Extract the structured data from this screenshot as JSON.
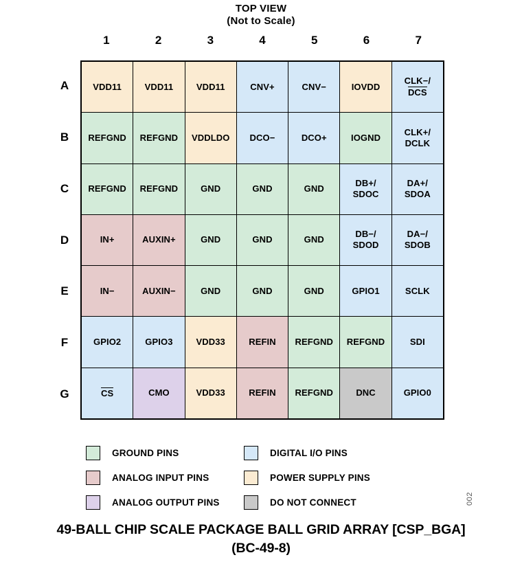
{
  "header": {
    "line1": "TOP VIEW",
    "line2": "(Not to Scale)"
  },
  "grid": {
    "columns": [
      "1",
      "2",
      "3",
      "4",
      "5",
      "6",
      "7"
    ],
    "rows": [
      "A",
      "B",
      "C",
      "D",
      "E",
      "F",
      "G"
    ],
    "cells": {
      "A1": {
        "text": "VDD11",
        "line2": "",
        "overline2": false,
        "type": "power"
      },
      "A2": {
        "text": "VDD11",
        "line2": "",
        "overline2": false,
        "type": "power"
      },
      "A3": {
        "text": "VDD11",
        "line2": "",
        "overline2": false,
        "type": "power"
      },
      "A4": {
        "text": "CNV+",
        "line2": "",
        "overline2": false,
        "type": "digital"
      },
      "A5": {
        "text": "CNV−",
        "line2": "",
        "overline2": false,
        "type": "digital"
      },
      "A6": {
        "text": "IOVDD",
        "line2": "",
        "overline2": false,
        "type": "power"
      },
      "A7": {
        "text": "CLK−/",
        "line2": "DCS",
        "overline2": true,
        "type": "digital"
      },
      "B1": {
        "text": "REFGND",
        "line2": "",
        "overline2": false,
        "type": "ground"
      },
      "B2": {
        "text": "REFGND",
        "line2": "",
        "overline2": false,
        "type": "ground"
      },
      "B3": {
        "text": "VDDLDO",
        "line2": "",
        "overline2": false,
        "type": "power"
      },
      "B4": {
        "text": "DCO−",
        "line2": "",
        "overline2": false,
        "type": "digital"
      },
      "B5": {
        "text": "DCO+",
        "line2": "",
        "overline2": false,
        "type": "digital"
      },
      "B6": {
        "text": "IOGND",
        "line2": "",
        "overline2": false,
        "type": "ground"
      },
      "B7": {
        "text": "CLK+/",
        "line2": "DCLK",
        "overline2": false,
        "type": "digital"
      },
      "C1": {
        "text": "REFGND",
        "line2": "",
        "overline2": false,
        "type": "ground"
      },
      "C2": {
        "text": "REFGND",
        "line2": "",
        "overline2": false,
        "type": "ground"
      },
      "C3": {
        "text": "GND",
        "line2": "",
        "overline2": false,
        "type": "ground"
      },
      "C4": {
        "text": "GND",
        "line2": "",
        "overline2": false,
        "type": "ground"
      },
      "C5": {
        "text": "GND",
        "line2": "",
        "overline2": false,
        "type": "ground"
      },
      "C6": {
        "text": "DB+/",
        "line2": "SDOC",
        "overline2": false,
        "type": "digital"
      },
      "C7": {
        "text": "DA+/",
        "line2": "SDOA",
        "overline2": false,
        "type": "digital"
      },
      "D1": {
        "text": "IN+",
        "line2": "",
        "overline2": false,
        "type": "ainput"
      },
      "D2": {
        "text": "AUXIN+",
        "line2": "",
        "overline2": false,
        "type": "ainput"
      },
      "D3": {
        "text": "GND",
        "line2": "",
        "overline2": false,
        "type": "ground"
      },
      "D4": {
        "text": "GND",
        "line2": "",
        "overline2": false,
        "type": "ground"
      },
      "D5": {
        "text": "GND",
        "line2": "",
        "overline2": false,
        "type": "ground"
      },
      "D6": {
        "text": "DB−/",
        "line2": "SDOD",
        "overline2": false,
        "type": "digital"
      },
      "D7": {
        "text": "DA−/",
        "line2": "SDOB",
        "overline2": false,
        "type": "digital"
      },
      "E1": {
        "text": "IN−",
        "line2": "",
        "overline2": false,
        "type": "ainput"
      },
      "E2": {
        "text": "AUXIN−",
        "line2": "",
        "overline2": false,
        "type": "ainput"
      },
      "E3": {
        "text": "GND",
        "line2": "",
        "overline2": false,
        "type": "ground"
      },
      "E4": {
        "text": "GND",
        "line2": "",
        "overline2": false,
        "type": "ground"
      },
      "E5": {
        "text": "GND",
        "line2": "",
        "overline2": false,
        "type": "ground"
      },
      "E6": {
        "text": "GPIO1",
        "line2": "",
        "overline2": false,
        "type": "digital"
      },
      "E7": {
        "text": "SCLK",
        "line2": "",
        "overline2": false,
        "type": "digital"
      },
      "F1": {
        "text": "GPIO2",
        "line2": "",
        "overline2": false,
        "type": "digital"
      },
      "F2": {
        "text": "GPIO3",
        "line2": "",
        "overline2": false,
        "type": "digital"
      },
      "F3": {
        "text": "VDD33",
        "line2": "",
        "overline2": false,
        "type": "power"
      },
      "F4": {
        "text": "REFIN",
        "line2": "",
        "overline2": false,
        "type": "ainput"
      },
      "F5": {
        "text": "REFGND",
        "line2": "",
        "overline2": false,
        "type": "ground"
      },
      "F6": {
        "text": "REFGND",
        "line2": "",
        "overline2": false,
        "type": "ground"
      },
      "F7": {
        "text": "SDI",
        "line2": "",
        "overline2": false,
        "type": "digital"
      },
      "G1": {
        "text": "",
        "line2": "CS",
        "overline2": true,
        "type": "digital"
      },
      "G2": {
        "text": "CMO",
        "line2": "",
        "overline2": false,
        "type": "aoutput"
      },
      "G3": {
        "text": "VDD33",
        "line2": "",
        "overline2": false,
        "type": "power"
      },
      "G4": {
        "text": "REFIN",
        "line2": "",
        "overline2": false,
        "type": "ainput"
      },
      "G5": {
        "text": "REFGND",
        "line2": "",
        "overline2": false,
        "type": "ground"
      },
      "G6": {
        "text": "DNC",
        "line2": "",
        "overline2": false,
        "type": "dnc"
      },
      "G7": {
        "text": "GPIO0",
        "line2": "",
        "overline2": false,
        "type": "digital"
      }
    }
  },
  "legend": {
    "items": [
      {
        "label": "GROUND PINS",
        "type": "ground",
        "color": "#d3ebd9",
        "col": 0,
        "row": 0
      },
      {
        "label": "ANALOG INPUT PINS",
        "type": "ainput",
        "color": "#e6cbcb",
        "col": 0,
        "row": 1
      },
      {
        "label": "ANALOG OUTPUT PINS",
        "type": "aoutput",
        "color": "#ddd1ea",
        "col": 0,
        "row": 2
      },
      {
        "label": "DIGITAL I/O PINS",
        "type": "digital",
        "color": "#d5e8f8",
        "col": 1,
        "row": 0
      },
      {
        "label": "POWER SUPPLY PINS",
        "type": "power",
        "color": "#fbebd2",
        "col": 1,
        "row": 1
      },
      {
        "label": "DO NOT CONNECT",
        "type": "dnc",
        "color": "#c9c9c9",
        "col": 1,
        "row": 2
      }
    ]
  },
  "figure_number": "002",
  "caption": {
    "line1": "49-BALL CHIP SCALE PACKAGE BALL GRID ARRAY [CSP_BGA]",
    "line2": "(BC-49-8)"
  }
}
